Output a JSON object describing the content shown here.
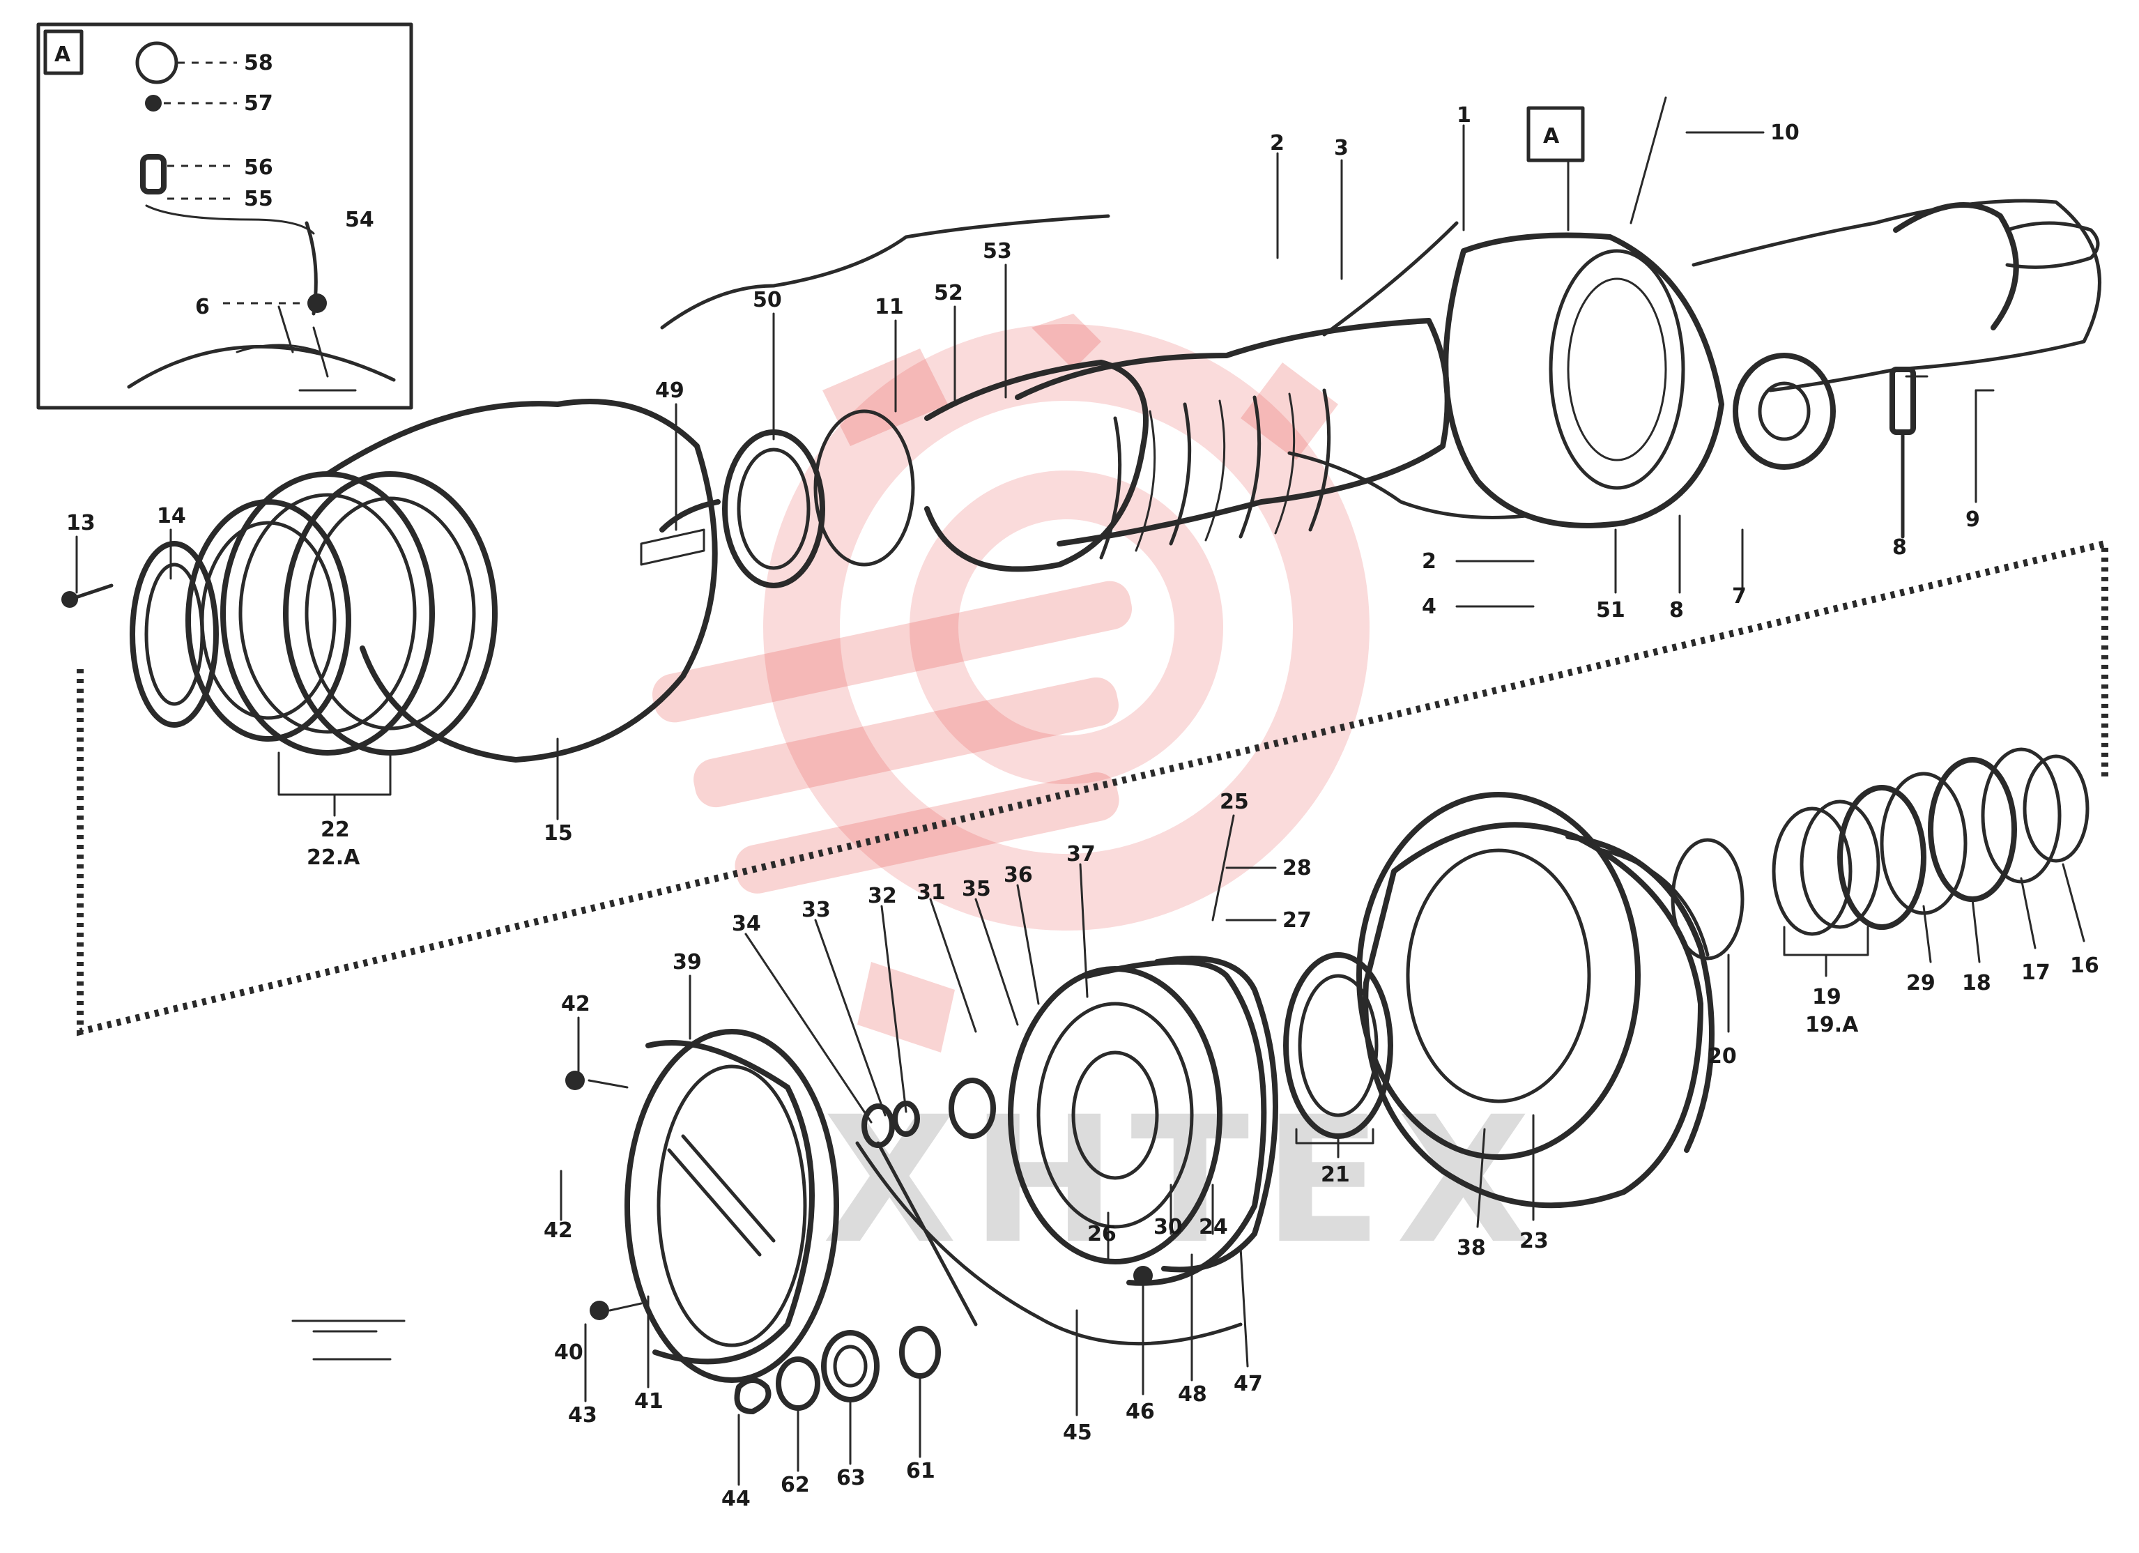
{
  "diagram": {
    "inset_tag": "A",
    "view_tag": "A",
    "watermark_text": "XHTEX",
    "footnote_lines": [
      "",
      "",
      ""
    ],
    "callouts": [
      {
        "id": "c-58-in",
        "text": "58"
      },
      {
        "id": "c-57-in",
        "text": "57"
      },
      {
        "id": "c-56-in",
        "text": "56"
      },
      {
        "id": "c-55-in",
        "text": "55"
      },
      {
        "id": "c-54-in",
        "text": "54"
      },
      {
        "id": "c-6-in",
        "text": "6"
      },
      {
        "id": "c-2-top",
        "text": "2"
      },
      {
        "id": "c-3-top",
        "text": "3"
      },
      {
        "id": "c-1-top",
        "text": "1"
      },
      {
        "id": "c-10-top",
        "text": "10"
      },
      {
        "id": "c-53",
        "text": "53"
      },
      {
        "id": "c-50",
        "text": "50"
      },
      {
        "id": "c-11",
        "text": "11"
      },
      {
        "id": "c-52",
        "text": "52"
      },
      {
        "id": "c-49",
        "text": "49"
      },
      {
        "id": "c-13",
        "text": "13"
      },
      {
        "id": "c-14",
        "text": "14"
      },
      {
        "id": "c-22",
        "text": "22"
      },
      {
        "id": "c-22a",
        "text": "22.A"
      },
      {
        "id": "c-15",
        "text": "15"
      },
      {
        "id": "c-2-mid",
        "text": "2"
      },
      {
        "id": "c-4-mid",
        "text": "4"
      },
      {
        "id": "c-51",
        "text": "51"
      },
      {
        "id": "c-8a",
        "text": "8"
      },
      {
        "id": "c-7",
        "text": "7"
      },
      {
        "id": "c-8b",
        "text": "8"
      },
      {
        "id": "c-9",
        "text": "9"
      },
      {
        "id": "c-25",
        "text": "25"
      },
      {
        "id": "c-28",
        "text": "28"
      },
      {
        "id": "c-27",
        "text": "27"
      },
      {
        "id": "c-37",
        "text": "37"
      },
      {
        "id": "c-36",
        "text": "36"
      },
      {
        "id": "c-35",
        "text": "35"
      },
      {
        "id": "c-31",
        "text": "31"
      },
      {
        "id": "c-32",
        "text": "32"
      },
      {
        "id": "c-33",
        "text": "33"
      },
      {
        "id": "c-34",
        "text": "34"
      },
      {
        "id": "c-39",
        "text": "39"
      },
      {
        "id": "c-40",
        "text": "40"
      },
      {
        "id": "c-41",
        "text": "41"
      },
      {
        "id": "c-42a",
        "text": "42"
      },
      {
        "id": "c-42b",
        "text": "42"
      },
      {
        "id": "c-26",
        "text": "26"
      },
      {
        "id": "c-30",
        "text": "30"
      },
      {
        "id": "c-24",
        "text": "24"
      },
      {
        "id": "c-21",
        "text": "21"
      },
      {
        "id": "c-38",
        "text": "38"
      },
      {
        "id": "c-23",
        "text": "23"
      },
      {
        "id": "c-20",
        "text": "20"
      },
      {
        "id": "c-19",
        "text": "19"
      },
      {
        "id": "c-19a",
        "text": "19.A"
      },
      {
        "id": "c-29",
        "text": "29"
      },
      {
        "id": "c-18",
        "text": "18"
      },
      {
        "id": "c-17",
        "text": "17"
      },
      {
        "id": "c-16",
        "text": "16"
      },
      {
        "id": "c-45",
        "text": "45"
      },
      {
        "id": "c-46",
        "text": "46"
      },
      {
        "id": "c-48",
        "text": "48"
      },
      {
        "id": "c-47",
        "text": "47"
      },
      {
        "id": "c-43",
        "text": "43"
      },
      {
        "id": "c-44",
        "text": "44"
      },
      {
        "id": "c-62",
        "text": "62"
      },
      {
        "id": "c-63",
        "text": "63"
      },
      {
        "id": "c-61",
        "text": "61"
      }
    ]
  }
}
